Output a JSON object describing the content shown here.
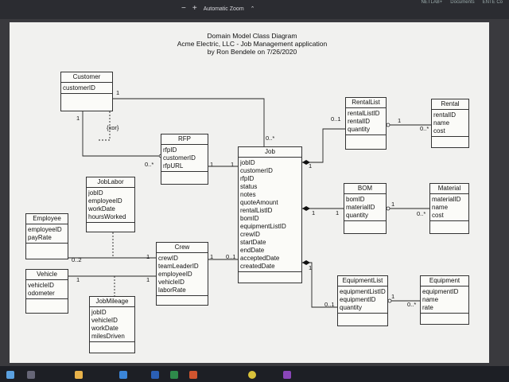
{
  "toolbar": {
    "minus": "−",
    "plus": "+",
    "zoom_label": "Automatic Zoom",
    "zoom_arrow": "⌃"
  },
  "tray": [
    "NETLAB+",
    "Documents",
    "ENTE Co"
  ],
  "title_lines": [
    "Domain Model Class Diagram",
    "Acme Electric, LLC - Job Management application",
    "by Ron Bendele on 7/26/2020"
  ],
  "classes": {
    "customer": {
      "name": "Customer",
      "attrs": [
        "customerID"
      ]
    },
    "rfp": {
      "name": "RFP",
      "attrs": [
        "rfpID",
        "customerID",
        "rfpURL"
      ]
    },
    "job": {
      "name": "Job",
      "attrs": [
        "jobID",
        "customerID",
        "rfpID",
        "status",
        "notes",
        "quoteAmount",
        "rentalListID",
        "bomID",
        "equipmentListID",
        "crewID",
        "startDate",
        "endDate",
        "acceptedDate",
        "createdDate"
      ]
    },
    "rentallist": {
      "name": "RentalList",
      "attrs": [
        "rentalListID",
        "rentalID",
        "quantity"
      ]
    },
    "rental": {
      "name": "Rental",
      "attrs": [
        "rentalID",
        "name",
        "cost"
      ]
    },
    "bom": {
      "name": "BOM",
      "attrs": [
        "bomID",
        "materialID",
        "quantity"
      ]
    },
    "material": {
      "name": "Material",
      "attrs": [
        "materialID",
        "name",
        "cost"
      ]
    },
    "equipmentlist": {
      "name": "EquipmentList",
      "attrs": [
        "equipmentListID",
        "equipmentID",
        "quantity"
      ]
    },
    "equipment": {
      "name": "Equipment",
      "attrs": [
        "equipmentID",
        "name",
        "rate"
      ]
    },
    "joblabor": {
      "name": "JobLabor",
      "attrs": [
        "jobID",
        "employeeID",
        "workDate",
        "hoursWorked"
      ]
    },
    "employee": {
      "name": "Employee",
      "attrs": [
        "employeeID",
        "payRate"
      ]
    },
    "crew": {
      "name": "Crew",
      "attrs": [
        "crewID",
        "teamLeaderID",
        "employeeID",
        "vehicleID",
        "laborRate"
      ]
    },
    "vehicle": {
      "name": "Vehicle",
      "attrs": [
        "vehicleID",
        "odometer"
      ]
    },
    "jobmileage": {
      "name": "JobMileage",
      "attrs": [
        "jobID",
        "vehicleID",
        "workDate",
        "milesDriven"
      ]
    }
  },
  "labels": {
    "cust_job_1": "1",
    "cust_down_1": "1",
    "xor": "{xor}",
    "job_many_top": "0..*",
    "rfp_many": "0..*",
    "rfp_1": "1",
    "job_1_left": "1",
    "job_rental_1": "1",
    "rental_01": "0..1",
    "rentallist_1": "1",
    "rental_many": "0..*",
    "job_bom_1": "1",
    "bom_1": "1",
    "bom_mat_1": "1",
    "mat_many": "0..*",
    "emp_02": "0..2",
    "crew_1_top": "1",
    "crew_1_right": "1",
    "job_crew_01": "0..1",
    "veh_1": "1",
    "crew_1_veh": "1",
    "job_eq_1": "1",
    "eq_01": "0..1",
    "eq_1": "1",
    "eq_many": "0..*"
  }
}
